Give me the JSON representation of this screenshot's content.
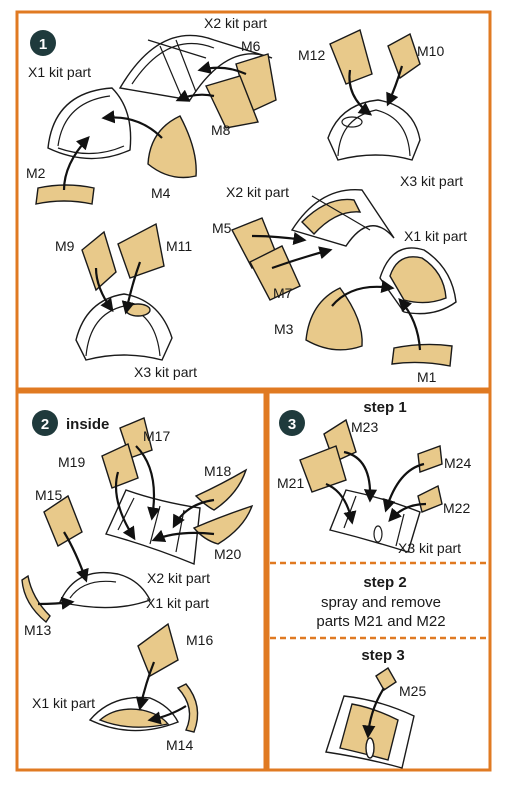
{
  "section1": {
    "number": "1",
    "labels": {
      "x2_top": "X2 kit part",
      "m6": "M6",
      "x1_top": "X1 kit part",
      "m8": "M8",
      "m2": "M2",
      "m4": "M4",
      "m12": "M12",
      "m10": "M10",
      "x3_top": "X3 kit part",
      "x2_mid": "X2 kit part",
      "m5": "M5",
      "x1_mid": "X1 kit part",
      "m7": "M7",
      "m3": "M3",
      "m1": "M1",
      "m9": "M9",
      "m11": "M11",
      "x3_bottom": "X3 kit part"
    }
  },
  "section2": {
    "number": "2",
    "title": "inside",
    "labels": {
      "m17": "M17",
      "m19": "M19",
      "m18": "M18",
      "m15": "M15",
      "m20": "M20",
      "x2": "X2 kit part",
      "x1_a": "X1 kit part",
      "m13": "M13",
      "m16": "M16",
      "x1_b": "X1 kit part",
      "m14": "M14"
    }
  },
  "section3": {
    "number": "3",
    "step1": "step 1",
    "step2": "step 2",
    "step2_line1": "spray and remove",
    "step2_line2": "parts M21 and M22",
    "step3": "step 3",
    "labels": {
      "m23": "M23",
      "m24": "M24",
      "m21": "M21",
      "m22": "M22",
      "x3": "X3 kit part",
      "m25": "M25"
    }
  },
  "colors": {
    "frame": "#e07a22",
    "part": "#e8c98a",
    "badge": "#1f3a3c"
  }
}
